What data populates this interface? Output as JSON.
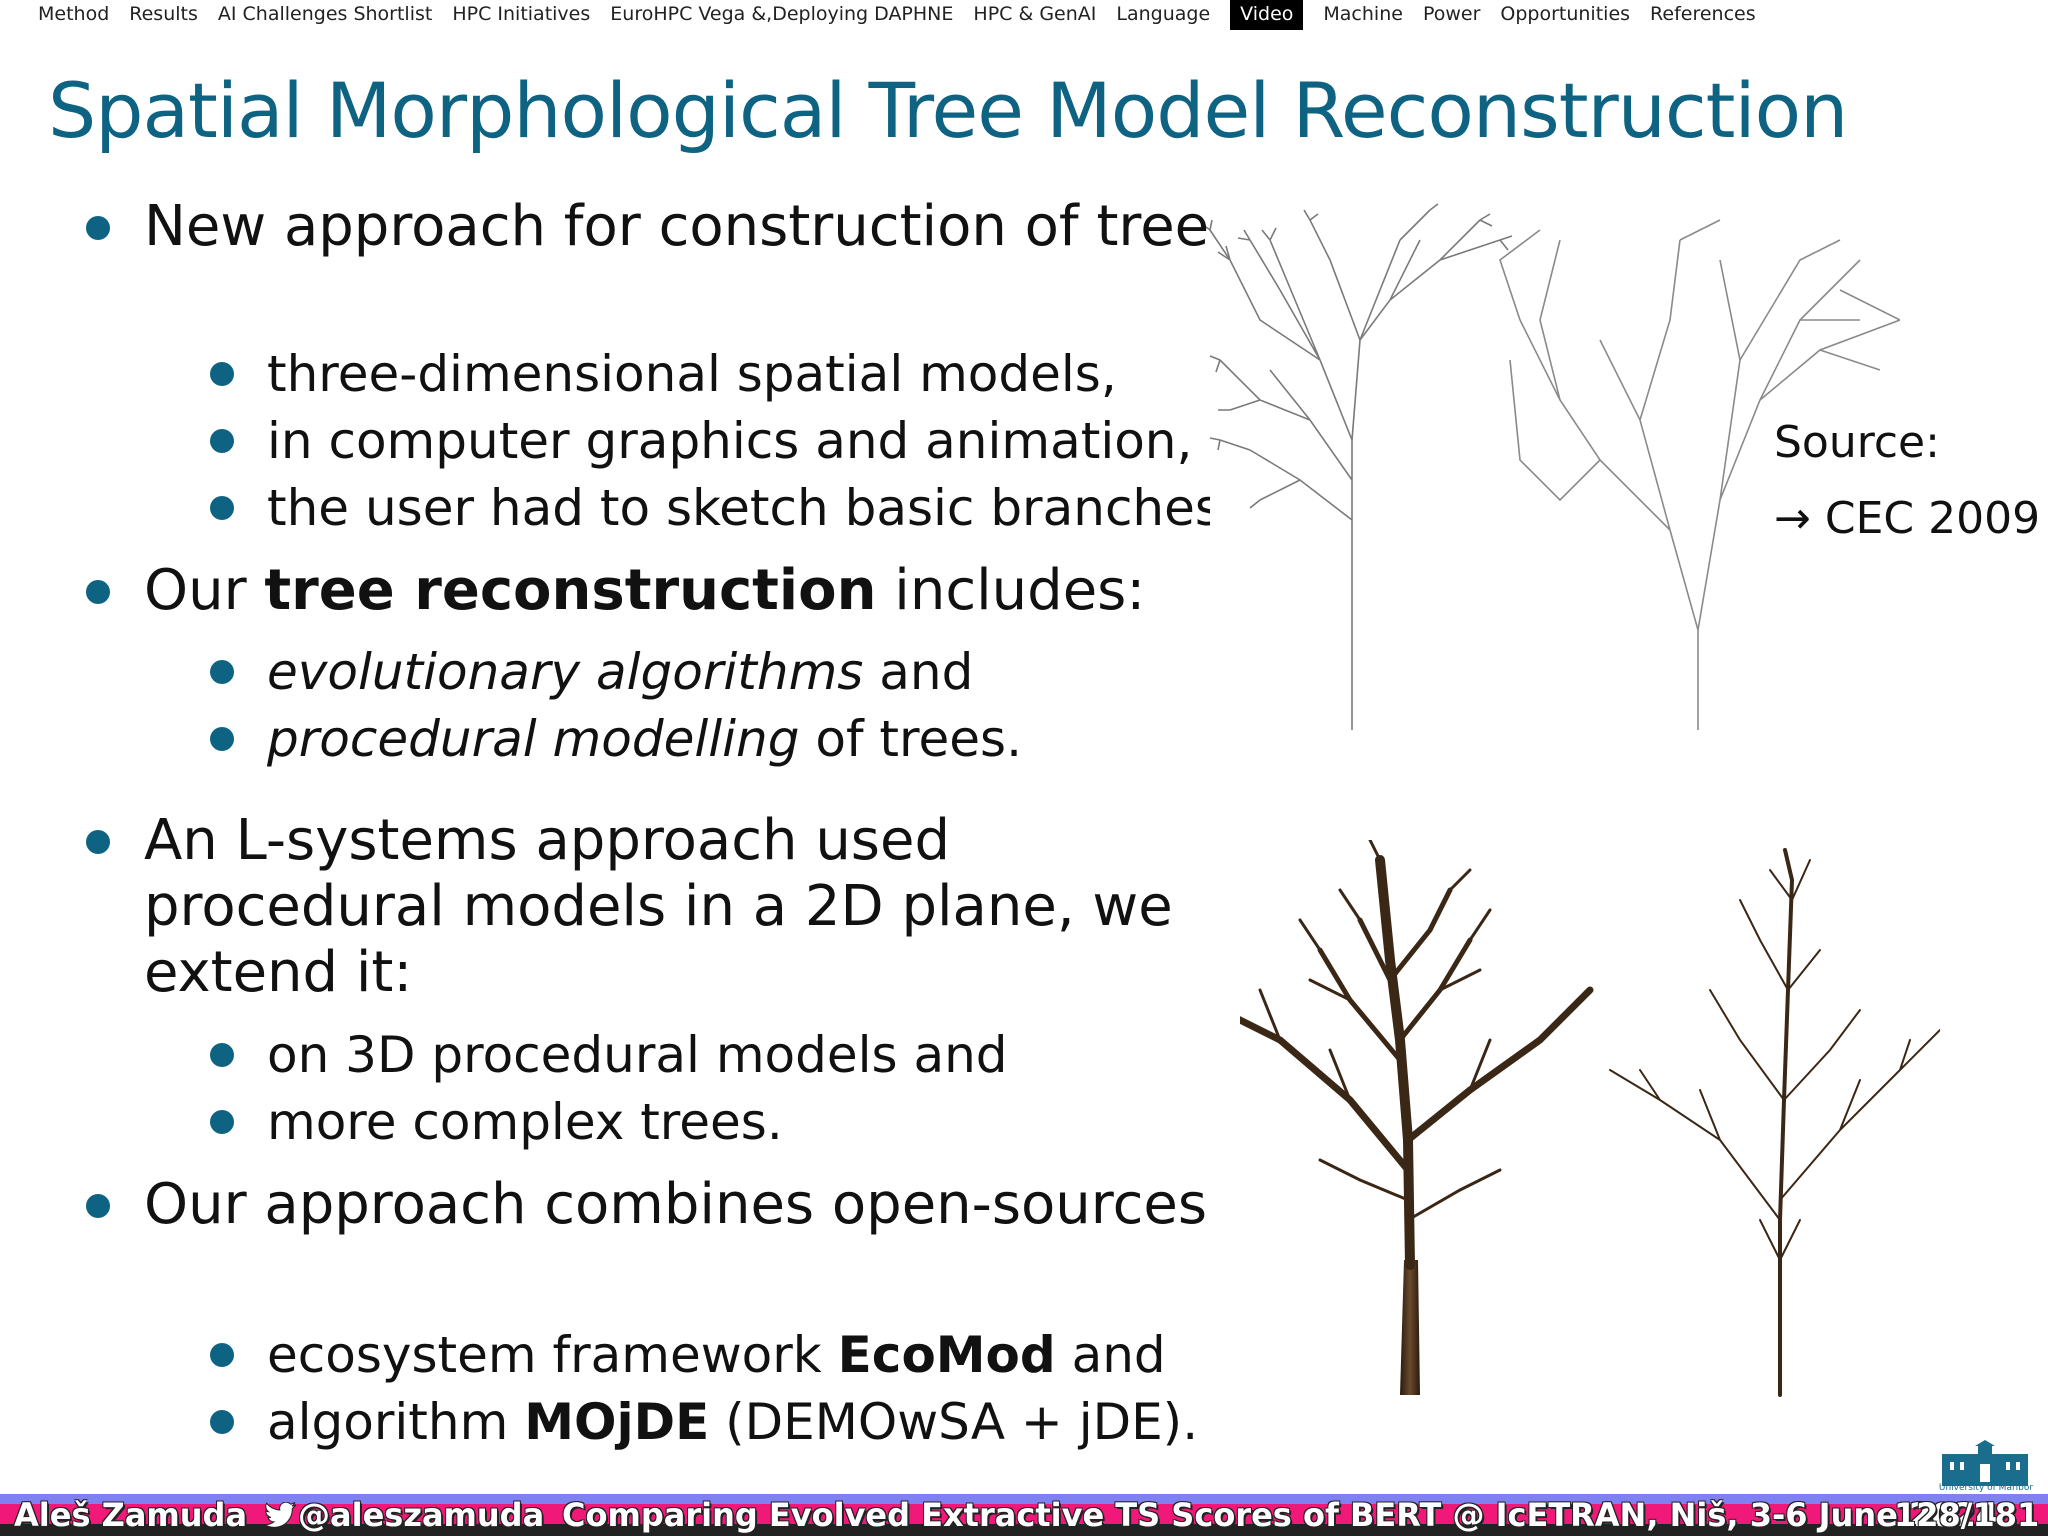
{
  "nav": {
    "items": [
      {
        "label": "Method",
        "active": false
      },
      {
        "label": "Results",
        "active": false
      },
      {
        "label": "AI Challenges Shortlist",
        "active": false
      },
      {
        "label": "HPC Initiatives",
        "active": false
      },
      {
        "label": "EuroHPC Vega &,Deploying DAPHNE",
        "active": false
      },
      {
        "label": "HPC & GenAI",
        "active": false
      },
      {
        "label": "Language",
        "active": false
      },
      {
        "label": "Video",
        "active": true
      },
      {
        "label": "Machine",
        "active": false
      },
      {
        "label": "Power",
        "active": false
      },
      {
        "label": "Opportunities",
        "active": false
      },
      {
        "label": "References",
        "active": false
      }
    ]
  },
  "slide": {
    "title": "Spatial Morphological Tree Model Reconstruction",
    "b1": "New approach for construction of trees",
    "b1_sub": [
      "three-dimensional spatial models,",
      "in computer graphics and animation,",
      "the user had to sketch basic branches"
    ],
    "b2_pre": "Our ",
    "b2_strong": "tree reconstruction",
    "b2_post": " includes:",
    "b2_sub1_em": "evolutionary algorithms",
    "b2_sub1_post": " and",
    "b2_sub2_em": "procedural modelling",
    "b2_sub2_post": " of trees.",
    "b3": "An L-systems approach used procedural models in a 2D plane, we extend it:",
    "b3_sub": [
      "on 3D procedural models and",
      "more complex trees."
    ],
    "b4": "Our approach combines open-sources:",
    "b4_sub1_pre": "ecosystem framework ",
    "b4_sub1_strong": "EcoMod",
    "b4_sub1_post": " and",
    "b4_sub2_pre": "algorithm ",
    "b4_sub2_strong": "MOjDE",
    "b4_sub2_post": " (DEMOwSA + jDE).",
    "source_label": "Source:",
    "source_ref": "→ CEC 2009"
  },
  "logo": {
    "text": "University of Maribor",
    "icon": "university-building-icon",
    "color": "#1a6d8c"
  },
  "footer": {
    "author": "Aleš Zamuda",
    "handle": "@aleszamuda",
    "handle_icon": "twitter-bird-icon",
    "talk": "Comparing Evolved Extractive TS Scores of BERT @ IcETRAN, Niš, 3-6 June 2024",
    "page": "128/181"
  },
  "colors": {
    "accent": "#0e6383",
    "footer_top": "#8080f0",
    "footer_mid": "#f01878"
  }
}
